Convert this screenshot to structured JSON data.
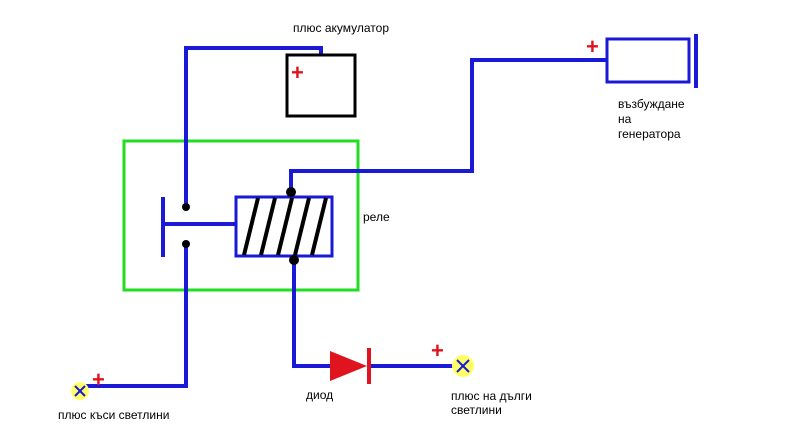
{
  "labels": {
    "battery": "плюс акумулатор",
    "relay": "реле",
    "excitation_line1": "възбуждане",
    "excitation_line2": "на",
    "excitation_line3": "генератора",
    "diode": "диод",
    "low_beam": "плюс къси светлини",
    "high_beam_line1": "плюс на дълги",
    "high_beam_line2": "светлини"
  },
  "symbols": {
    "plus": "+"
  },
  "colors": {
    "wire": "#1a1ad6",
    "relay_box": "#22dd22",
    "component_outline": "#000000",
    "plus_sign": "#e0141e",
    "diode": "#e0141e",
    "lamp_fill": "#ffff66"
  },
  "icons": {
    "lamp": "lamp-icon",
    "diode": "diode-icon",
    "battery": "battery-icon",
    "coil": "relay-coil-icon",
    "generator": "generator-icon"
  }
}
